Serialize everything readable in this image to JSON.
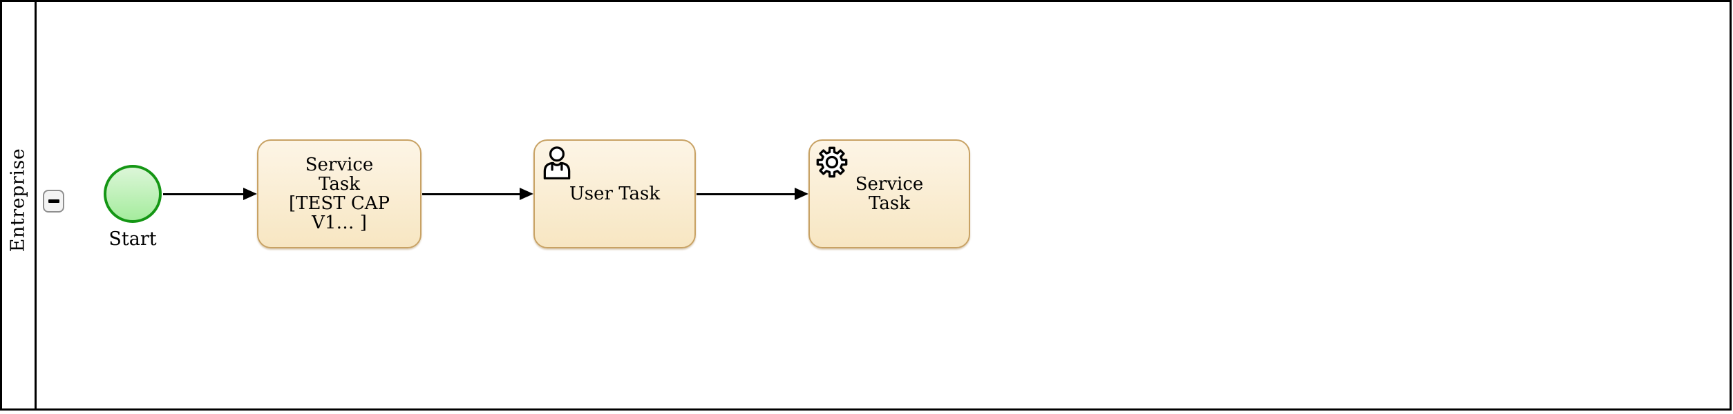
{
  "pool": {
    "lane_label": "Entreprise",
    "collapse_button_symbol": "−"
  },
  "process": {
    "start_event": {
      "label": "Start"
    },
    "tasks": [
      {
        "id": "service-task-1",
        "type": "service",
        "lines": [
          "Service",
          "Task",
          "[TEST CAP",
          "V1… ]"
        ]
      },
      {
        "id": "user-task",
        "type": "user",
        "icon": "user-icon",
        "label": "User Task"
      },
      {
        "id": "service-task-2",
        "type": "service",
        "icon": "gear-icon",
        "lines": [
          "Service",
          "Task"
        ]
      }
    ],
    "flows": [
      {
        "from": "start-event",
        "to": "service-task-1"
      },
      {
        "from": "service-task-1",
        "to": "user-task"
      },
      {
        "from": "user-task",
        "to": "service-task-2"
      }
    ]
  },
  "colors": {
    "task_border": "#c8a264",
    "task_fill_top": "#fdf5e6",
    "task_fill_bottom": "#f7e6c2",
    "start_border": "#149614",
    "start_fill_top": "#dcf6d8",
    "start_fill_bottom": "#a5ec9d",
    "flow_line": "#000000",
    "pool_border": "#000000"
  }
}
